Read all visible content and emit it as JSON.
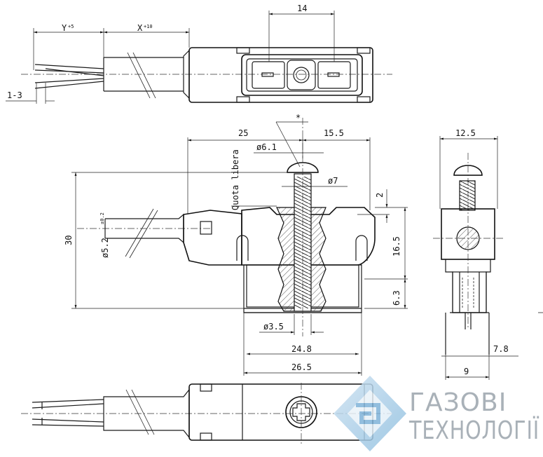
{
  "dimensions": {
    "y": "Y",
    "y_tol": "+5",
    "x": "X",
    "x_tol": "+10",
    "strip": "1-3",
    "top_width": "14",
    "left_25": "25",
    "right_15_5": "15.5",
    "asterisk": "*",
    "screw_head": "ø6.1",
    "screw_thread": "ø7",
    "gap_2": "2",
    "height_16_5": "16.5",
    "height_6_3": "6.3",
    "height_30": "30",
    "cable_dia": "ø5.2",
    "cable_tol": "±0.2",
    "pin_dia": "ø3.5",
    "width_24_8": "24.8",
    "width_26_5": "26.5",
    "side_12_5": "12.5",
    "side_7_8": "7.8",
    "side_9": "9",
    "quota_libera": "Quota libera"
  },
  "logo": {
    "line1": "ГАЗОВІ",
    "line2": "ТЕХНОЛОГІЇ",
    "color": "#a9b1b8",
    "accent": "#7fb3d9",
    "icon": "gas-tech-diamond-icon"
  }
}
